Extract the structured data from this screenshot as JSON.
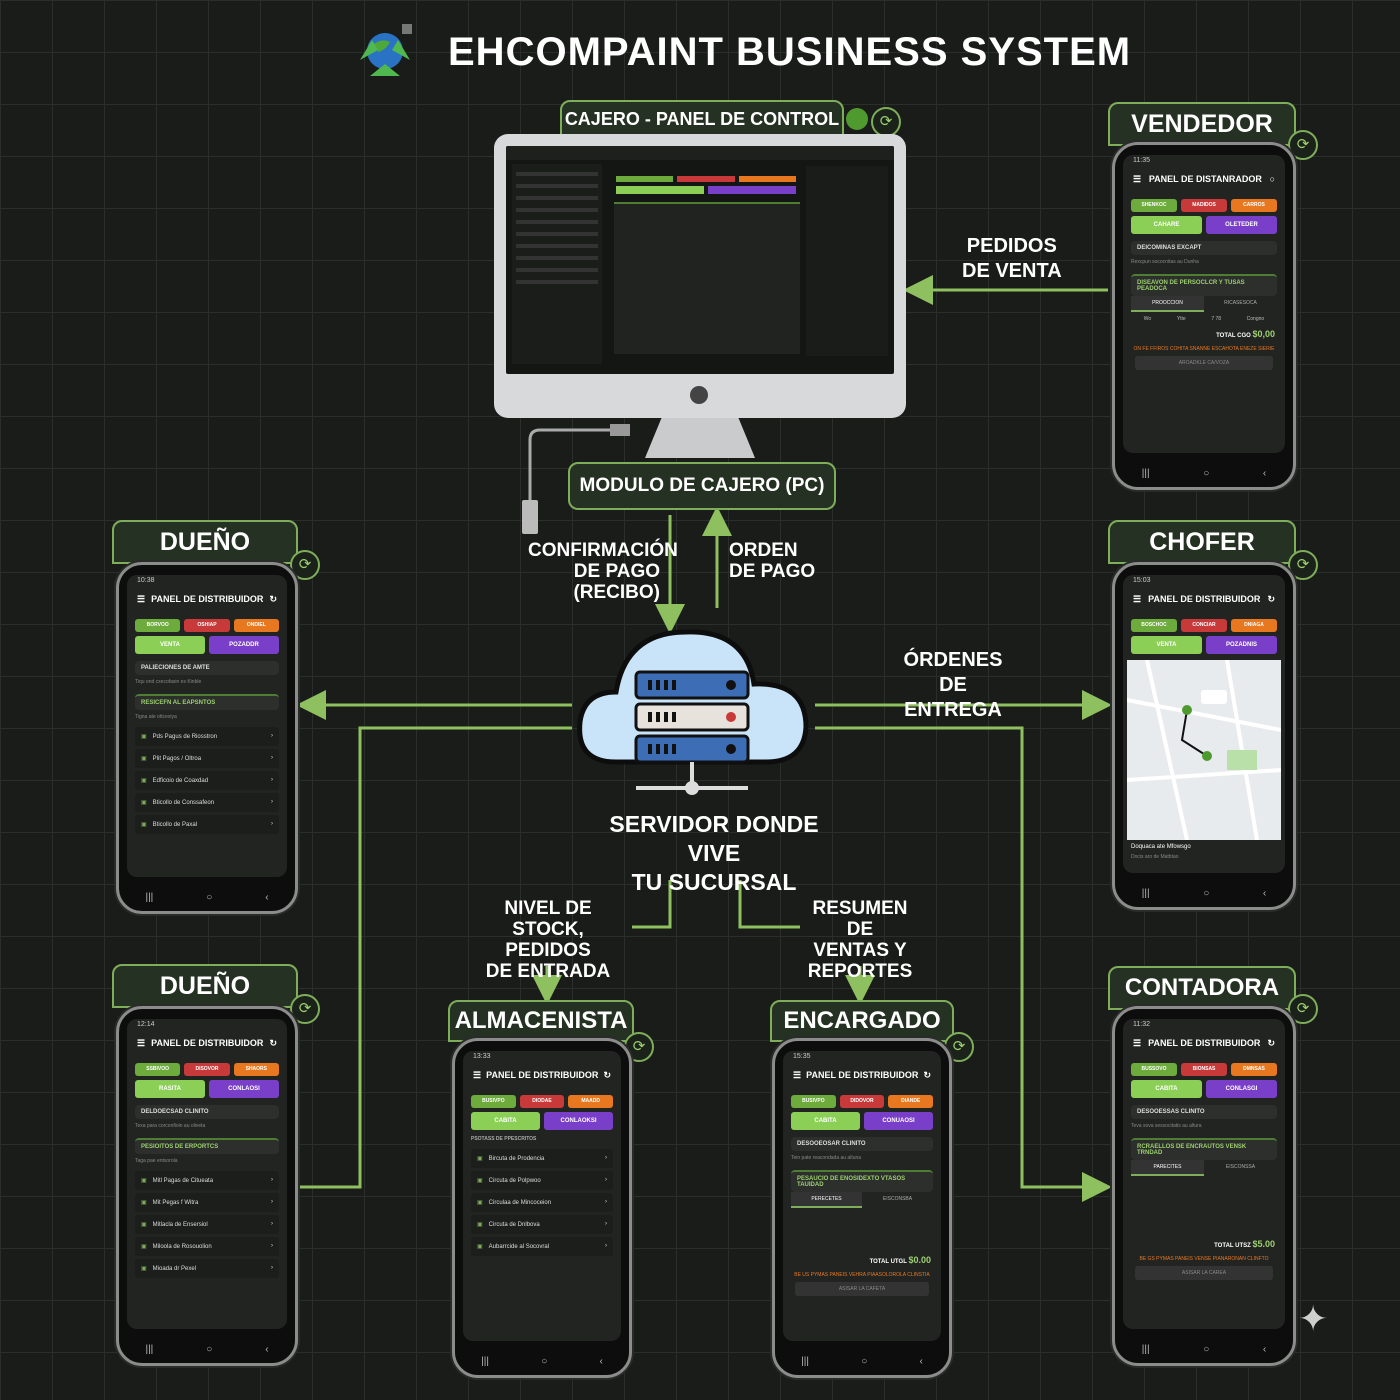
{
  "title": "EHCOMPAINT BUSINESS SYSTEM",
  "cajero": {
    "tag": "CAJERO - PANEL DE CONTROL",
    "module": "MODULO DE CAJERO (PC)"
  },
  "server_label": [
    "SERVIDOR DONDE VIVE",
    "TU SUCURSAL"
  ],
  "flows": {
    "pedidos": [
      "PEDIDOS",
      "DE VENTA"
    ],
    "confirmacion": [
      "CONFIRMACIÓN",
      "DE PAGO",
      "(RECIBO)"
    ],
    "orden": [
      "ORDEN",
      "DE PAGO"
    ],
    "ordenes_entrega": [
      "ÓRDENES",
      "DE ENTREGA"
    ],
    "nivel": [
      "NIVEL DE",
      "STOCK, PEDIDOS",
      "DE ENTRADA"
    ],
    "resumen": [
      "RESUMEN DE",
      "VENTAS Y",
      "REPORTES"
    ]
  },
  "phones": {
    "vendedor": {
      "role": "VENDEDOR",
      "time": "11:35",
      "panel": "PANEL DE DISTANRADOR",
      "b1": "SHENKOC",
      "b2": "MADIDOS",
      "b3": "CARROS",
      "b4": "CAHARE",
      "b5": "OLETEDER",
      "s1": "DEICOMINAS EXCAPT",
      "s1sub": "Rexcpun sococnitas au Dunha",
      "s2": "DISEAVON DE PERSOCLCR Y TUSAS PEADOCA",
      "t1": "PROOCCION",
      "t2": "RICASESOCA",
      "total_label": "TOTAL CGO",
      "total": "$0,00",
      "note": "ON FE FFIROS COHITA SNANNE ESCAHOTA ENEZE SIERIE",
      "add": "AROADKLE CA/VOZA",
      "v1": "Wo",
      "v2": "Ytte",
      "v3": "7 78",
      "v4": "Congno"
    },
    "dueno1": {
      "role": "DUEÑO",
      "time": "10:38",
      "panel": "PANEL DE DISTRIBUIDOR",
      "b1": "BORVOO",
      "b2": "OSHIAP",
      "b3": "ONDIEL",
      "b4": "VENTA",
      "b5": "POZADDR",
      "s1": "PALIECIONES DE AMTE",
      "s1sub": "Tiqu ond cxecofasin es Kinble",
      "s2": "RESICEFN AL EAPSNTOS",
      "s2sub": "Tigna ate ottcexiya",
      "items": [
        "Pds Pagus de Riosstron",
        "Plit Pagos / Oltroa",
        "Edficoio de Coaxdad",
        "Bticollo de Conssafeon",
        "Bticollo de Paxal"
      ]
    },
    "dueno2": {
      "role": "DUEÑO",
      "time": "12:14",
      "panel": "PANEL DE DISTRIBUIDOR",
      "b1": "SSBIVOO",
      "b2": "DISOVOR",
      "b3": "SHAORS",
      "b4": "RASITA",
      "b5": "CONLAOSI",
      "s1": "DELDOECSAD CLINITO",
      "s1sub": "Texa para corconfioin au oliveta",
      "s2": "PESIOITOS DE ERPORTCS",
      "s2sub": "Taga pae entsorola",
      "items": [
        "Mitl Pagas de Citueata",
        "Mit Pegas f Witra",
        "Mitlacla de Ensersiol",
        "Miloola de Rosouolion",
        "Mioada dr Pexel"
      ]
    },
    "chofer": {
      "role": "CHOFER",
      "time": "15:03",
      "panel": "PANEL DE DISTRIBUIDOR",
      "b1": "BOSCHOC",
      "b2": "CONCIAR",
      "b3": "DNIAGA",
      "b4": "VENTA",
      "b5": "POZADNIS",
      "map_sub": "Doquaca ate Mfowsgo",
      "map_sub2": "Docis aro de Matbtao"
    },
    "almacenista": {
      "role": "ALMACENISTA",
      "time": "13:33",
      "panel": "PANEL DE DISTRIBUIDOR",
      "b1": "BUSIVPO",
      "b2": "DIODAE",
      "b3": "MAADD",
      "b4": "CABITA",
      "b5": "CONLAOKSI",
      "s1": "PSOTASS DE PPESCRITOS",
      "items": [
        "Bircuta de Prodencia",
        "Circuta de Polpwoo",
        "Circulaa de Mincoceion",
        "Circuta de Dnlbova",
        "Aubarrcide al Socovral"
      ]
    },
    "encargado": {
      "role": "ENCARGADO",
      "time": "15:35",
      "panel": "PANEL DE DISTRIBUIDOR",
      "b1": "BUSIVPO",
      "b2": "DIDOVOR",
      "b3": "DIANDE",
      "b4": "CABITA",
      "b5": "CONUAOSI",
      "s1": "DESOOEOSAR CLINITO",
      "s1sub": "Tein pate reacondada au altuna",
      "s2": "PESAUCIO DE ENOSIDEXTO VTASOS TAUIDAD",
      "t1": "PERECETES",
      "t2": "EISCONSBA",
      "total_label": "TOTAL UTGL",
      "total": "$0.00",
      "note": "BE US PYMAS PANEIS VEHRA PIAASOLOROLA CLINSTIA",
      "add": "ASISAR LA CAFETA"
    },
    "contadora": {
      "role": "CONTADORA",
      "time": "11:32",
      "panel": "PANEL DE DISTRIBUIDOR",
      "b1": "BUSSOVO",
      "b2": "BIONSAS",
      "b3": "DMNSAS",
      "b4": "CABITA",
      "b5": "CONLASGI",
      "s1": "DESOOESSAS CLINITO",
      "s1sub": "Teva sova sessocitatis au altura",
      "s2": "RCRAELLOS DE ENCRAUTOS VENSK TRNDAD",
      "t1": "PARECITES",
      "t2": "EISCONSSA",
      "total_label": "TOTAL UTSZ",
      "total": "$5.00",
      "note": "BE GS PYMAS PANEIS VENSE PIANARONAN CLINFTO",
      "add": "ASISAR LA CAREA"
    }
  },
  "colors": {
    "accent": "#7fae5a",
    "green_btn": "#6dab3c",
    "red_btn": "#c83a3a",
    "orange_btn": "#e87820",
    "purple_btn": "#7a3fc9"
  }
}
